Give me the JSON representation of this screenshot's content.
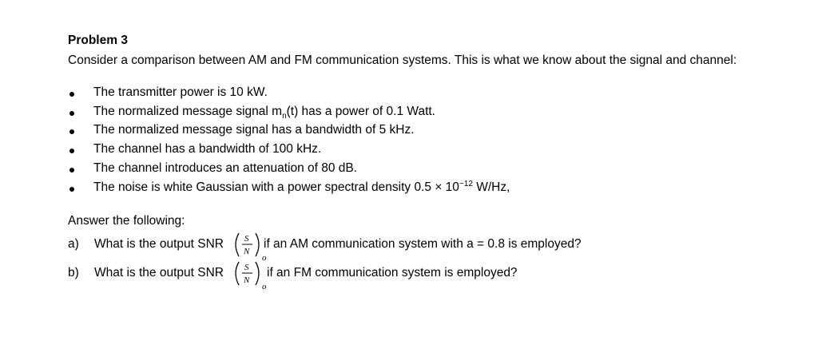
{
  "problem": {
    "title": "Problem 3",
    "intro": "Consider a comparison between AM and FM communication systems. This is what we know about the signal and channel:"
  },
  "bullets": [
    {
      "text": "The transmitter power is 10 kW."
    },
    {
      "pre": "The normalized message signal m",
      "sub": "n",
      "post": "(t) has a power of 0.1 Watt."
    },
    {
      "text": "The normalized message signal has a bandwidth of 5 kHz."
    },
    {
      "text": "The channel has a bandwidth of 100 kHz."
    },
    {
      "text": "The channel introduces an attenuation of 80 dB."
    },
    {
      "pre": "The noise is white Gaussian with a power spectral density 0.5 × 10",
      "sup": "−12",
      "post": " W/Hz,"
    }
  ],
  "answers": {
    "heading": "Answer the following:",
    "items": [
      {
        "letter": "a)",
        "pre": "What is the output SNR",
        "post": "if an AM communication system with a = 0.8 is employed?"
      },
      {
        "letter": "b)",
        "pre": "What is the output SNR",
        "post": "if an FM communication system is employed?"
      }
    ],
    "fraction": {
      "num": "S",
      "den": "N",
      "subscript": "o"
    }
  }
}
